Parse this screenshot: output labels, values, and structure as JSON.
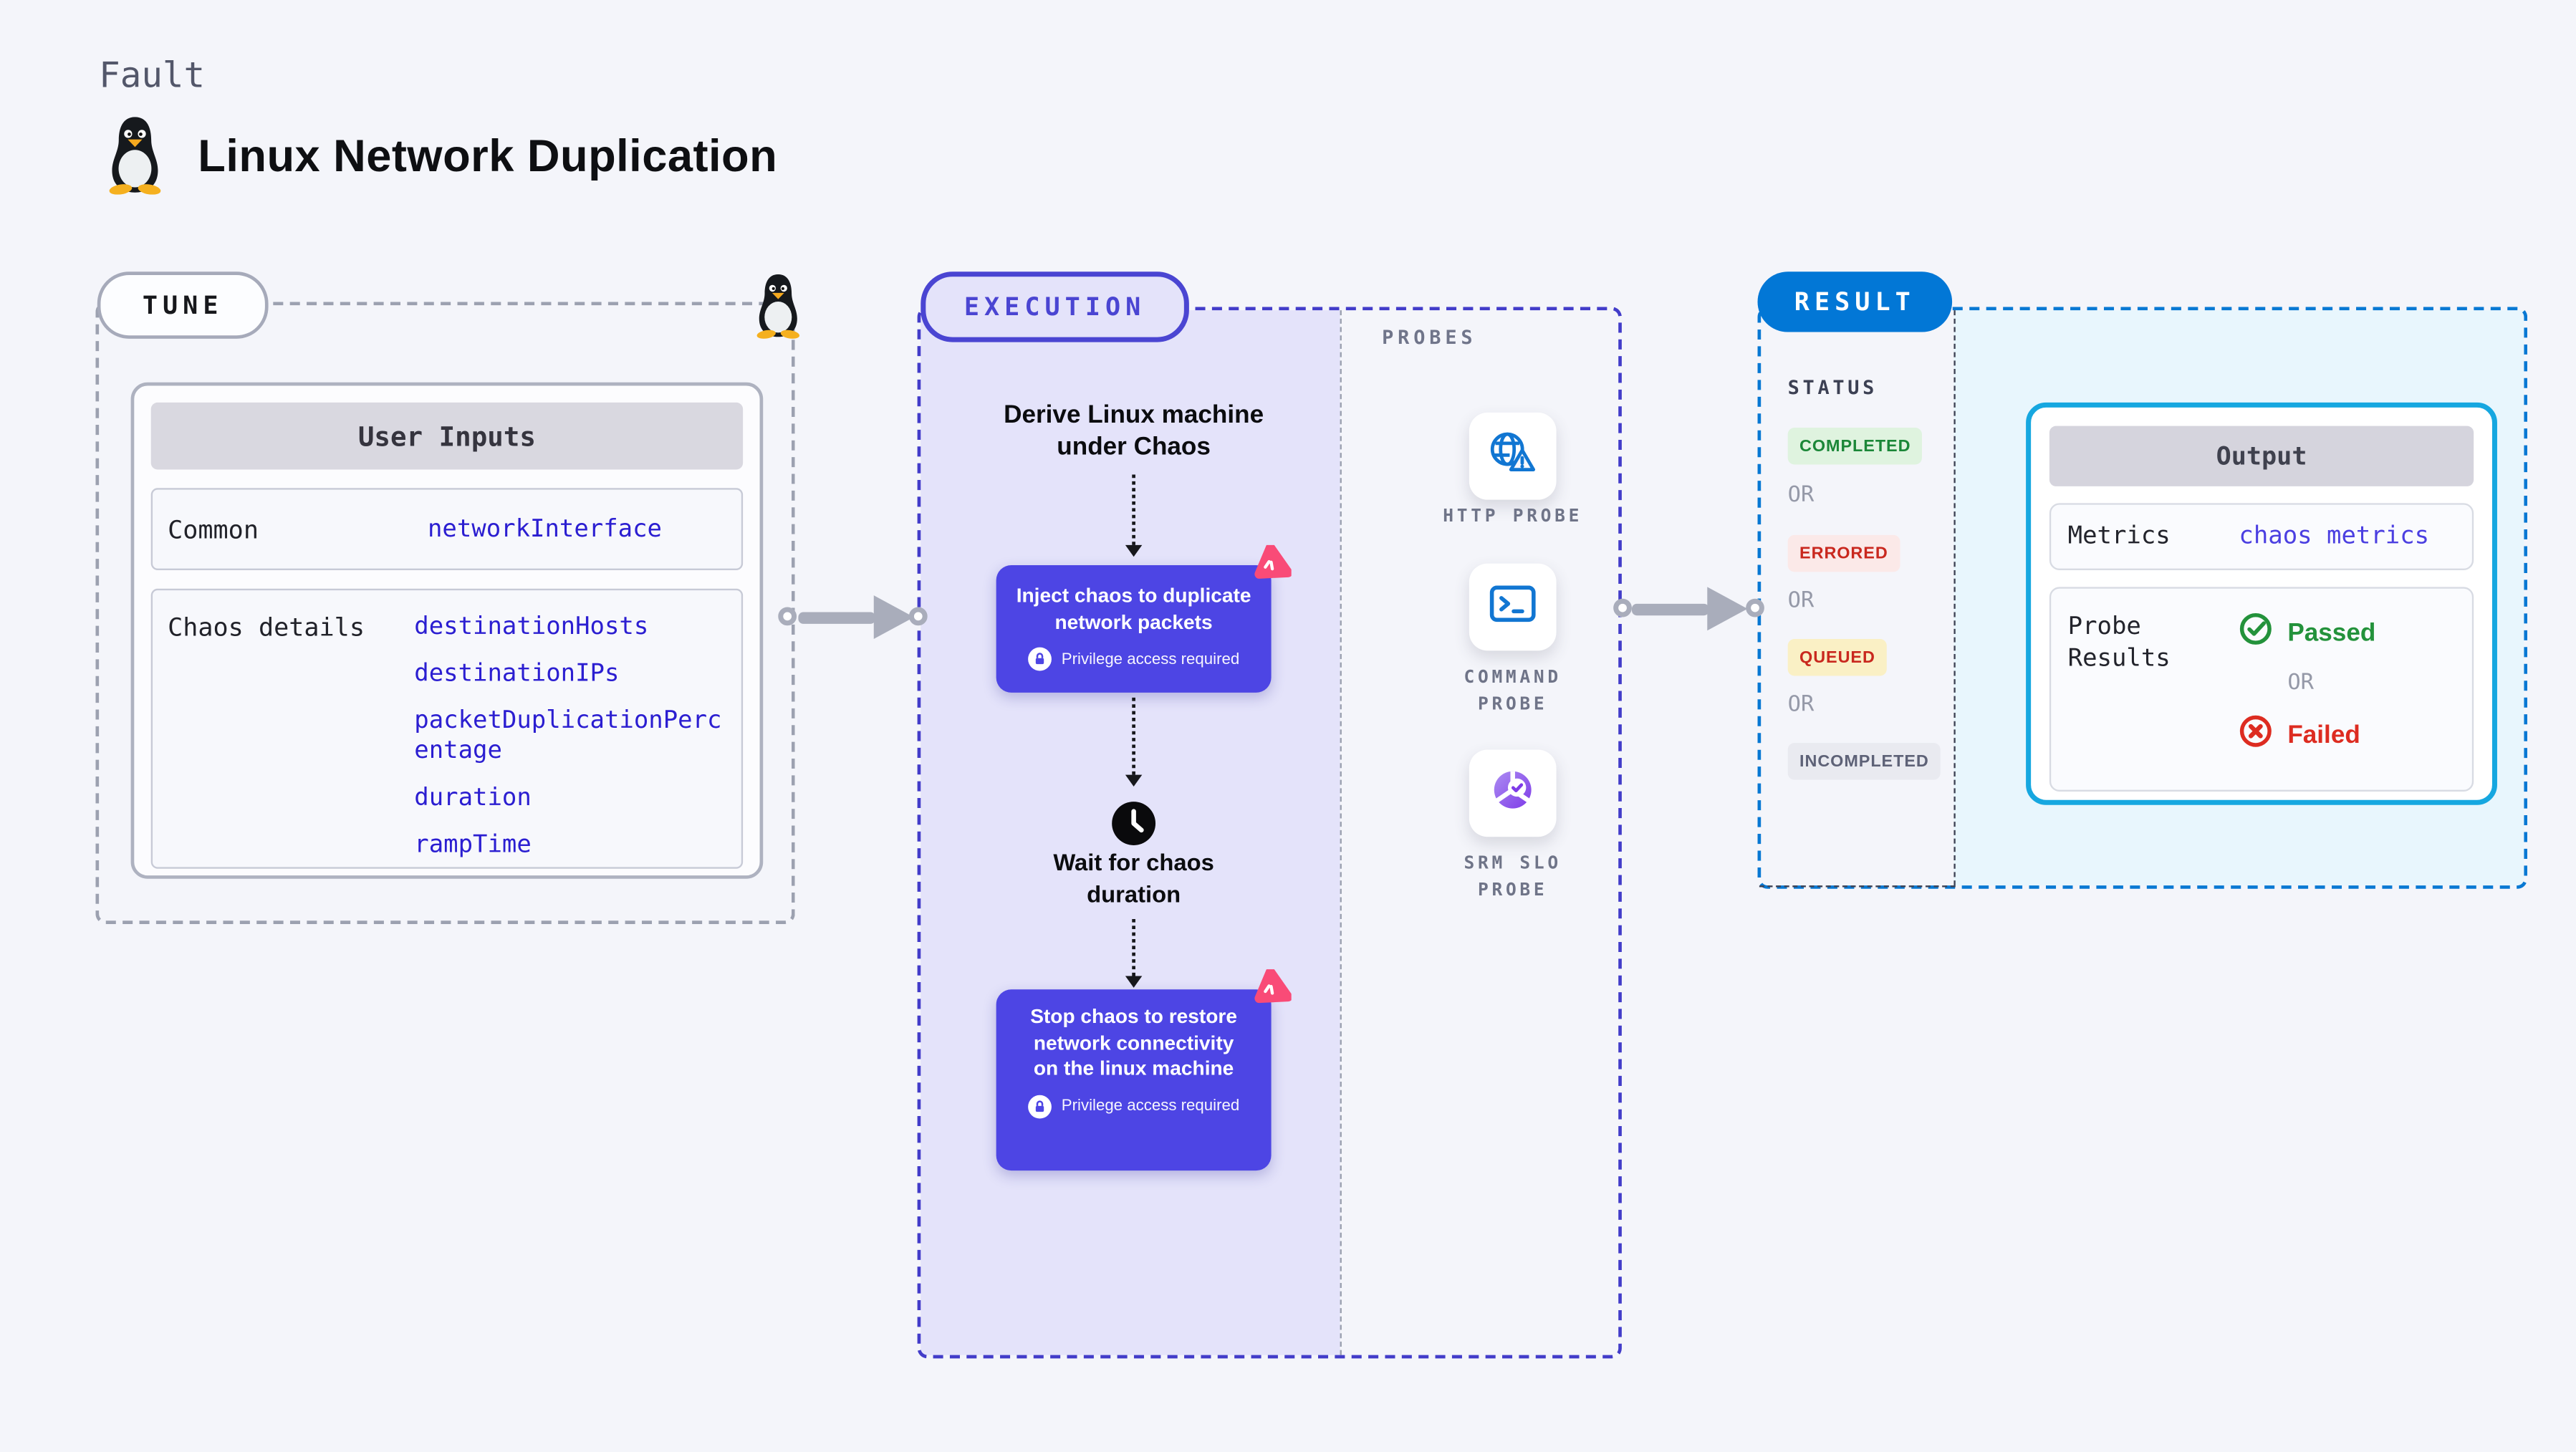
{
  "page": {
    "kicker": "Fault",
    "title": "Linux Network Duplication"
  },
  "colors": {
    "background": "#F4F5FA",
    "tune_border": "#9CA1B0",
    "execution_accent": "#4A45D2",
    "execution_fill": "#E4E3FA",
    "chaos_box_fill": "#4D45E4",
    "chaos_badge_pink": "#F94B77",
    "result_accent": "#0277D6",
    "result_fill": "#E8F6FD",
    "output_border": "#16A7E0",
    "value_blue": "#2B1ED1",
    "passed_green": "#23923B",
    "failed_red": "#DD2C21"
  },
  "tune": {
    "label": "TUNE",
    "card_header": "User Inputs",
    "rows": [
      {
        "label": "Common",
        "values": [
          "networkInterface"
        ]
      },
      {
        "label": "Chaos details",
        "values": [
          "destinationHosts",
          "destinationIPs",
          "packetDuplicationPercentage",
          "duration",
          "rampTime"
        ]
      }
    ]
  },
  "execution": {
    "label": "EXECUTION",
    "derive_step": "Derive Linux machine under Chaos",
    "inject_step": "Inject chaos to duplicate network packets",
    "wait_step": "Wait for chaos duration",
    "stop_step": "Stop chaos to restore network connectivity on the linux machine",
    "privilege_note": "Privilege access required",
    "probes": {
      "label": "PROBES",
      "items": [
        {
          "label": "HTTP PROBE",
          "icon": "globe-alert-icon"
        },
        {
          "label": "COMMAND PROBE",
          "icon": "terminal-icon"
        },
        {
          "label": "SRM SLO PROBE",
          "icon": "slo-donut-icon"
        }
      ]
    }
  },
  "result": {
    "label": "RESULT",
    "status": {
      "label": "STATUS",
      "or_label": "OR",
      "badges": [
        {
          "label": "COMPLETED",
          "bg": "#DFF3DF",
          "color": "#1B8738"
        },
        {
          "label": "ERRORED",
          "bg": "#FBE9E8",
          "color": "#C9281E"
        },
        {
          "label": "QUEUED",
          "bg": "#FAF0C5",
          "color": "#C9281E"
        },
        {
          "label": "INCOMPLETED",
          "bg": "#E9EAF0",
          "color": "#5E6277"
        }
      ]
    },
    "output": {
      "header": "Output",
      "metrics_label": "Metrics",
      "metrics_value": "chaos metrics",
      "probe_results_label": "Probe Results",
      "passed_label": "Passed",
      "or_label": "OR",
      "failed_label": "Failed"
    }
  }
}
